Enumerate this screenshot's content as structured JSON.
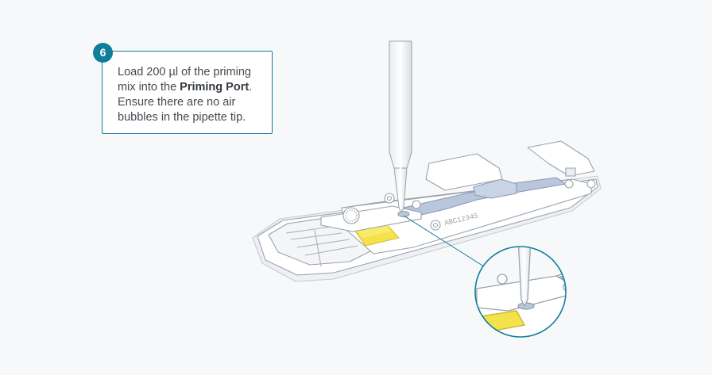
{
  "step": {
    "number": "6"
  },
  "instruction": {
    "before": "Load 200 µl of the priming mix into the ",
    "bold": "Priming Port",
    "after": ". Ensure there are no air bubbles in the pipette tip."
  },
  "device": {
    "engraving": "ABC12345"
  },
  "colors": {
    "accent": "#0f7e9a",
    "yellow": "#f3e24a",
    "blue": "#b9c6dc",
    "outline": "#9aa2ab"
  }
}
